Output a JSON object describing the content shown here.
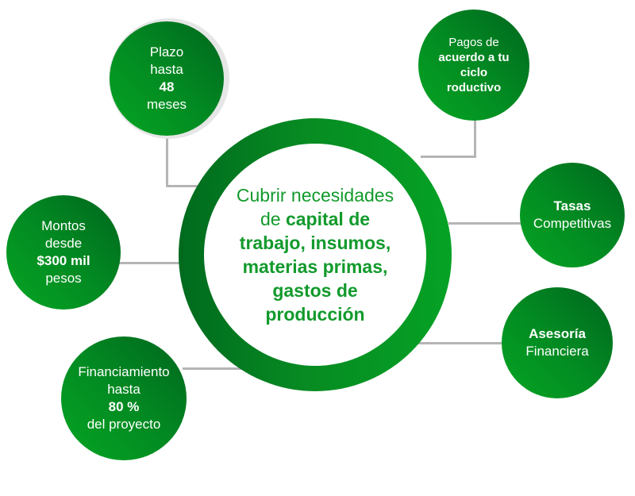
{
  "center": {
    "line1": "Cubrir necesidades",
    "line2_prefix": "de ",
    "line2_bold": "capital de",
    "line3": "trabajo, insumos,",
    "line4": "materias primas,",
    "line5": "gastos de",
    "line6": "producción"
  },
  "bubbles": {
    "plazo": {
      "l1": "Plazo",
      "l2": "hasta",
      "l3": "48",
      "l4": "meses"
    },
    "pagos": {
      "l1": "Pagos de",
      "l2": "acuerdo a tu",
      "l3": "ciclo",
      "l4": "roductivo"
    },
    "tasas": {
      "l1": "Tasas",
      "l2": "Competitivas"
    },
    "asesoria": {
      "l1": "Asesoría",
      "l2": "Financiera"
    },
    "montos": {
      "l1": "Montos",
      "l2": "desde",
      "l3": "$300 mil",
      "l4": "pesos"
    },
    "financiamiento": {
      "l1": "Financiamiento",
      "l2": "hasta",
      "l3": "80 %",
      "l4": "del proyecto"
    }
  },
  "colors": {
    "dark_green": "#00661e",
    "light_green": "#06a523",
    "center_text": "#129a2c",
    "connector": "#b5b5b5"
  }
}
